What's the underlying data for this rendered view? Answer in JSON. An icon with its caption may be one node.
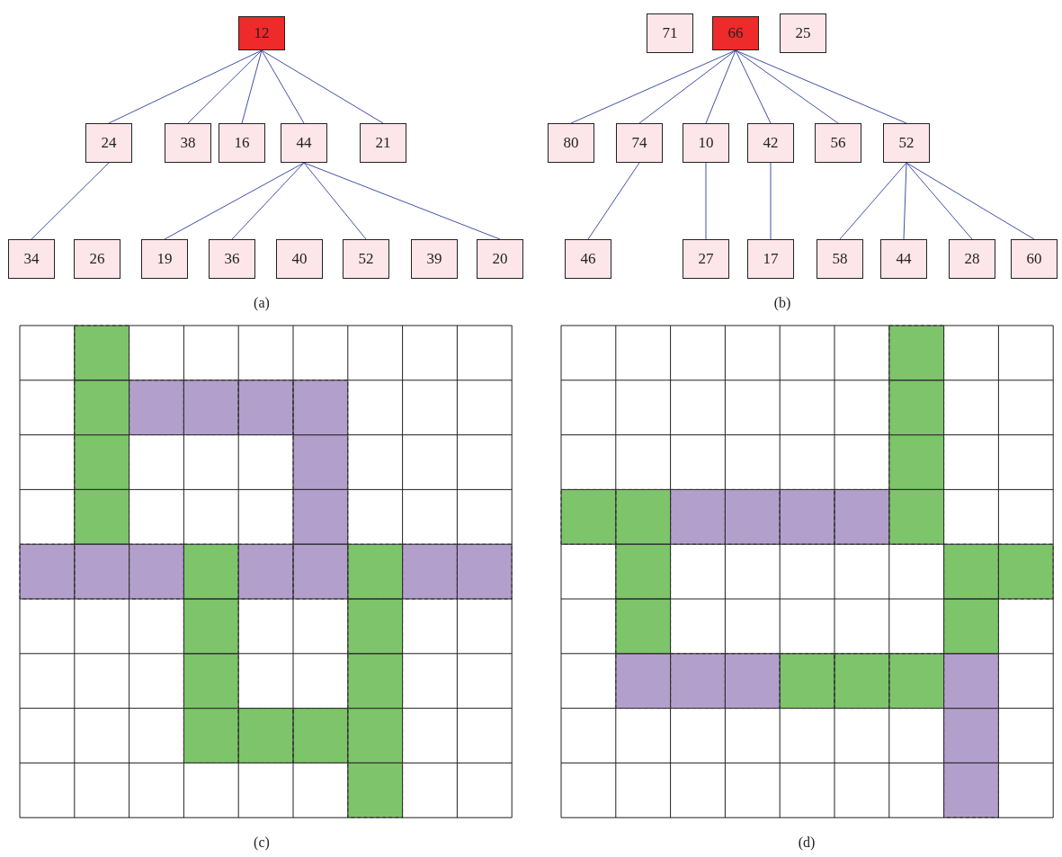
{
  "diagram": {
    "nodes": [
      {
        "text": [
          "12"
        ]
      },
      {
        "text": [
          "24"
        ]
      },
      {
        "text": [
          "38"
        ]
      },
      {
        "text": [
          "16"
        ]
      },
      {
        "text": [
          "44"
        ]
      },
      {
        "text": [
          "21"
        ]
      },
      {
        "text": [
          "34"
        ]
      },
      {
        "text": [
          "26"
        ]
      },
      {
        "text": [
          "19"
        ]
      },
      {
        "text": [
          "36"
        ]
      },
      {
        "text": [
          "40"
        ]
      },
      {
        "text": [
          "52"
        ]
      },
      {
        "text": [
          "39"
        ]
      },
      {
        "text": [
          "20"
        ]
      },
      {
        "text": [
          "71"
        ]
      },
      {
        "text": [
          "66"
        ]
      },
      {
        "text": [
          "25"
        ]
      },
      {
        "text": [
          "80"
        ]
      },
      {
        "text": [
          "74"
        ]
      },
      {
        "text": [
          "10"
        ]
      },
      {
        "text": [
          "42"
        ]
      },
      {
        "text": [
          "56"
        ]
      },
      {
        "text": [
          "52"
        ]
      },
      {
        "text": [
          "46"
        ]
      },
      {
        "text": [
          "27"
        ]
      },
      {
        "text": [
          "17"
        ]
      },
      {
        "text": [
          "58"
        ]
      },
      {
        "text": [
          "44"
        ]
      },
      {
        "text": [
          "28"
        ]
      },
      {
        "text": [
          "60"
        ]
      }
    ],
    "edges": [
      {
        "from": 0,
        "to": 1,
        "arrow": "none"
      },
      {
        "from": 0,
        "to": 2,
        "arrow": "none"
      },
      {
        "from": 0,
        "to": 3,
        "arrow": "none"
      },
      {
        "from": 0,
        "to": 4,
        "arrow": "none"
      },
      {
        "from": 0,
        "to": 5,
        "arrow": "none"
      },
      {
        "from": 1,
        "to": 6,
        "arrow": "none"
      },
      {
        "from": 4,
        "to": 8,
        "arrow": "none"
      },
      {
        "from": 4,
        "to": 9,
        "arrow": "none"
      },
      {
        "from": 4,
        "to": 11,
        "arrow": "none"
      },
      {
        "from": 4,
        "to": 13,
        "arrow": "none"
      },
      {
        "from": 15,
        "to": 17,
        "arrow": "none"
      },
      {
        "from": 15,
        "to": 18,
        "arrow": "none"
      },
      {
        "from": 15,
        "to": 19,
        "arrow": "none"
      },
      {
        "from": 15,
        "to": 20,
        "arrow": "none"
      },
      {
        "from": 15,
        "to": 21,
        "arrow": "none"
      },
      {
        "from": 15,
        "to": 22,
        "arrow": "none"
      },
      {
        "from": 18,
        "to": 23,
        "arrow": "none"
      },
      {
        "from": 19,
        "to": 24,
        "arrow": "none"
      },
      {
        "from": 20,
        "to": 25,
        "arrow": "none"
      },
      {
        "from": 22,
        "to": 26,
        "arrow": "none"
      },
      {
        "from": 22,
        "to": 27,
        "arrow": "none"
      },
      {
        "from": 22,
        "to": 28,
        "arrow": "none"
      },
      {
        "from": 22,
        "to": 29,
        "arrow": "none"
      }
    ],
    "labels": [
      "(a)",
      "(b)",
      "(c)",
      "(d)"
    ]
  }
}
